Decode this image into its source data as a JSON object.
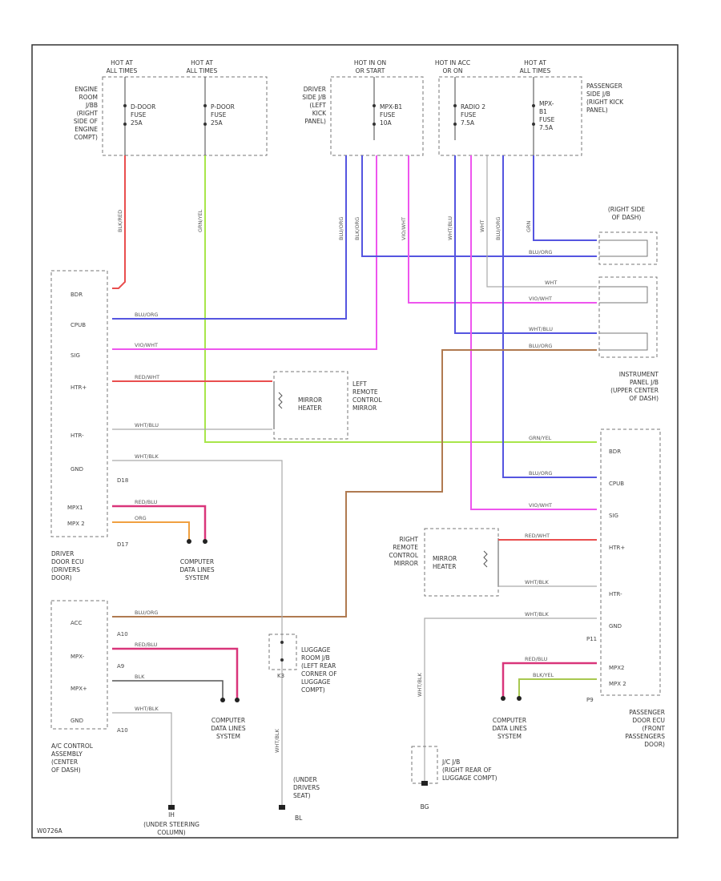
{
  "footer_code": "W0726A",
  "colors": {
    "red": "#e94e4e",
    "green_yellow": "#a8e64a",
    "blue": "#5555e0",
    "pink": "#ee55ee",
    "brown": "#b07a50",
    "gray": "#aaaaaa",
    "dark_red_pink": "#d9357a",
    "orange": "#f0a040"
  },
  "top_headers": [
    {
      "id": "h1",
      "lines": [
        "HOT AT",
        "ALL TIMES"
      ]
    },
    {
      "id": "h2",
      "lines": [
        "HOT AT",
        "ALL TIMES"
      ]
    },
    {
      "id": "h3",
      "lines": [
        "HOT IN ON",
        "OR START"
      ]
    },
    {
      "id": "h4",
      "lines": [
        "HOT IN ACC",
        "OR ON"
      ]
    },
    {
      "id": "h5",
      "lines": [
        "HOT AT",
        "ALL TIMES"
      ]
    }
  ],
  "fuses": [
    {
      "id": "f1",
      "lines": [
        "D-DOOR",
        "FUSE",
        "25A"
      ]
    },
    {
      "id": "f2",
      "lines": [
        "P-DOOR",
        "FUSE",
        "25A"
      ]
    },
    {
      "id": "f3",
      "lines": [
        "MPX-B1",
        "FUSE",
        "10A"
      ]
    },
    {
      "id": "f4",
      "lines": [
        "RADIO 2",
        "FUSE",
        "7.5A"
      ]
    },
    {
      "id": "f5",
      "lines": [
        "MPX-",
        "B1",
        "FUSE",
        "7.5A"
      ]
    }
  ],
  "locations": {
    "engine_room": [
      "ENGINE",
      "ROOM",
      "J/BB",
      "(RIGHT",
      "SIDE OF",
      "ENGINE",
      "COMPT)"
    ],
    "driver_jb": [
      "DRIVER",
      "SIDE J/B",
      "(LEFT",
      "KICK",
      "PANEL)"
    ],
    "passenger_jb": [
      "PASSENGER",
      "SIDE J/B",
      "(RIGHT KICK",
      "PANEL)"
    ],
    "right_dash": [
      "(RIGHT SIDE",
      "OF DASH)"
    ],
    "instrument_panel": [
      "INSTRUMENT",
      "PANEL J/B",
      "(UPPER CENTER",
      "OF DASH)"
    ],
    "left_mirror": [
      "LEFT",
      "REMOTE",
      "CONTROL",
      "MIRROR"
    ],
    "right_mirror": [
      "RIGHT",
      "REMOTE",
      "CONTROL",
      "MIRROR"
    ],
    "driver_ecu": [
      "DRIVER",
      "DOOR ECU",
      "(DRIVERS",
      "DOOR)"
    ],
    "passenger_ecu": [
      "PASSENGER",
      "DOOR ECU",
      "(FRONT",
      "PASSENGERS",
      "DOOR)"
    ],
    "ac_control": [
      "A/C CONTROL",
      "ASSEMBLY",
      "(CENTER",
      "OF DASH)"
    ],
    "luggage_jb": [
      "LUGGAGE",
      "ROOM J/B",
      "(LEFT REAR",
      "CORNER OF",
      "LUGGAGE",
      "COMPT)"
    ],
    "jc_jb": [
      "J/C J/B",
      "(RIGHT REAR OF",
      "LUGGAGE COMPT)"
    ],
    "under_seat": [
      "(UNDER",
      "DRIVERS",
      "SEAT)"
    ],
    "under_column": [
      "(UNDER STEERING",
      "COLUMN)"
    ]
  },
  "mirror_heater_label": [
    "MIRROR",
    "HEATER"
  ],
  "computer_data_lines": [
    "COMPUTER",
    "DATA LINES",
    "SYSTEM"
  ],
  "connectors": {
    "c1": "D18",
    "c2": "D17",
    "c3": "A10",
    "c4": "A9",
    "c5": "A10",
    "c6": "P11",
    "c7": "P9",
    "j1": "K3",
    "g_under_column": "IH",
    "g_seat": "BL",
    "g_jc": "BG"
  },
  "driver_pins": [
    "BDR",
    "CPUB",
    "SIG",
    "HTR+",
    "HTR-",
    "GND",
    "MPX1",
    "MPX 2"
  ],
  "passenger_pins": [
    "BDR",
    "CPUB",
    "SIG",
    "HTR+",
    "HTR-",
    "GND",
    "MPX2",
    "MPX 2"
  ],
  "ac_pins": [
    "ACC",
    "MPX-",
    "MPX+",
    "GND"
  ],
  "wire_labels": {
    "engine_out": "BLK/RED",
    "p_fuse_out": "GRN/YEL",
    "mpx_blue": "BLU/ORG",
    "mpx_purple": "BLK/ORG",
    "mpx_pink": "VIO/WHT",
    "radio_a": "WHT/BLU",
    "radio_b": "WHT",
    "radio_c": "BLU/ORG",
    "mpx_b1": "GRN",
    "right_1": "BLU/ORG",
    "right_2": "WHT",
    "right_3": "VIO/WHT",
    "right_4": "WHT/BLU",
    "right_5": "BLU/ORG",
    "d_cpub": "BLU/ORG",
    "d_sig": "VIO/WHT",
    "d_htrp": "RED/WHT",
    "d_htrn": "WHT/BLU",
    "d_gnd": "WHT/BLK",
    "d_mpx1": "RED/BLU",
    "d_mpx2": "ORG",
    "p_bdr": "GRN/YEL",
    "p_cpub": "BLU/ORG",
    "p_sig": "VIO/WHT",
    "p_htrp": "RED/WHT",
    "p_htrn": "WHT/BLK",
    "p_gnd": "WHT/BLK",
    "p_mpx1": "RED/BLU",
    "p_mpx2": "BLK/YEL",
    "ac_acc": "BLU/ORG",
    "ac_mpxn": "RED/BLU",
    "ac_mpxp": "BLK",
    "ac_gnd": "WHT/BLK",
    "vert_gnd": "WHT/BLK",
    "seat_gnd": "WHT/BLK"
  }
}
